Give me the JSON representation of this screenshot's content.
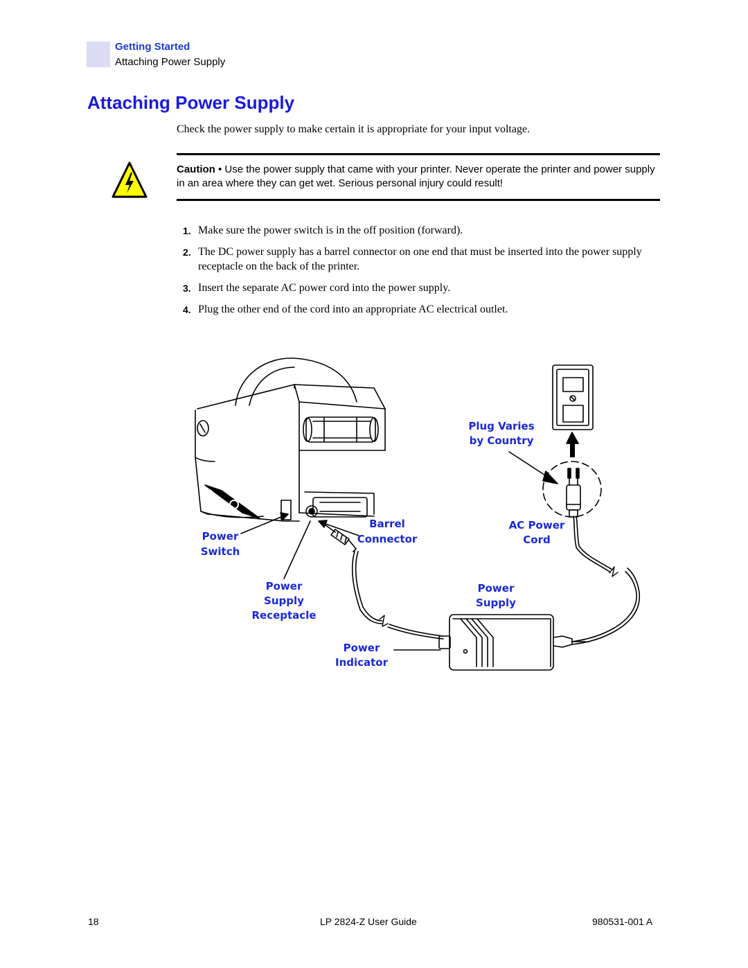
{
  "header": {
    "section": "Getting Started",
    "subsection": "Attaching Power Supply"
  },
  "title": "Attaching Power Supply",
  "intro": "Check the power supply to make certain it is appropriate for your input voltage.",
  "caution": {
    "label": "Caution",
    "separator": " • ",
    "text": "Use the power supply that came with your printer.  Never operate the printer and power supply in an area where they can get wet.  Serious personal injury could result!",
    "icon": "electrical-hazard-icon"
  },
  "steps": [
    {
      "num": "1.",
      "text": "Make sure the power switch is in the off position (forward)."
    },
    {
      "num": "2.",
      "text": "The DC power supply has a barrel connector on one end that must be inserted into the power supply receptacle on the back of the printer."
    },
    {
      "num": "3.",
      "text": "Insert the separate AC power cord into the power supply."
    },
    {
      "num": "4.",
      "text": "Plug the other end of the cord into an appropriate AC electrical outlet."
    }
  ],
  "figure": {
    "labels": {
      "plug_varies_1": "Plug Varies",
      "plug_varies_2": "by Country",
      "barrel_1": "Barrel",
      "barrel_2": "Connector",
      "ac_power_1": "AC Power",
      "ac_power_2": "Cord",
      "power_switch_1": "Power",
      "power_switch_2": "Switch",
      "receptacle_1": "Power",
      "receptacle_2": "Supply",
      "receptacle_3": "Receptacle",
      "psu_1": "Power",
      "psu_2": "Supply",
      "indicator_1": "Power",
      "indicator_2": "Indicator"
    }
  },
  "footer": {
    "page": "18",
    "guide": "LP 2824-Z User Guide",
    "doc_id": "980531-001 A"
  }
}
